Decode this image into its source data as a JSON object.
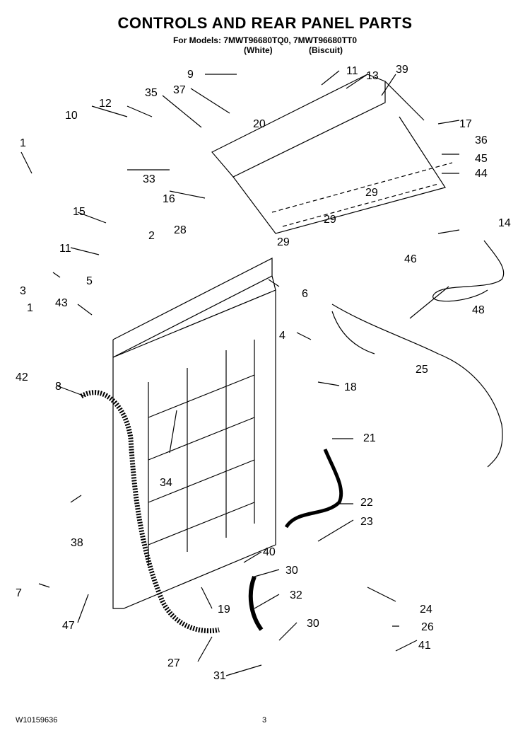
{
  "header": {
    "title": "CONTROLS AND REAR PANEL PARTS",
    "models": "For Models: 7MWT96680TQ0, 7MWT96680TT0",
    "variant_white": "(White)",
    "variant_biscuit": "(Biscuit)"
  },
  "footer": {
    "doc_number": "W10159636",
    "page_number": "3"
  },
  "callouts": [
    "1",
    "1",
    "2",
    "3",
    "4",
    "5",
    "6",
    "7",
    "8",
    "9",
    "10",
    "11",
    "11",
    "12",
    "13",
    "14",
    "15",
    "16",
    "17",
    "18",
    "19",
    "20",
    "21",
    "22",
    "23",
    "24",
    "25",
    "26",
    "27",
    "28",
    "29",
    "29",
    "29",
    "30",
    "30",
    "31",
    "32",
    "33",
    "34",
    "35",
    "36",
    "37",
    "38",
    "39",
    "40",
    "41",
    "42",
    "43",
    "44",
    "45",
    "46",
    "47",
    "48"
  ]
}
